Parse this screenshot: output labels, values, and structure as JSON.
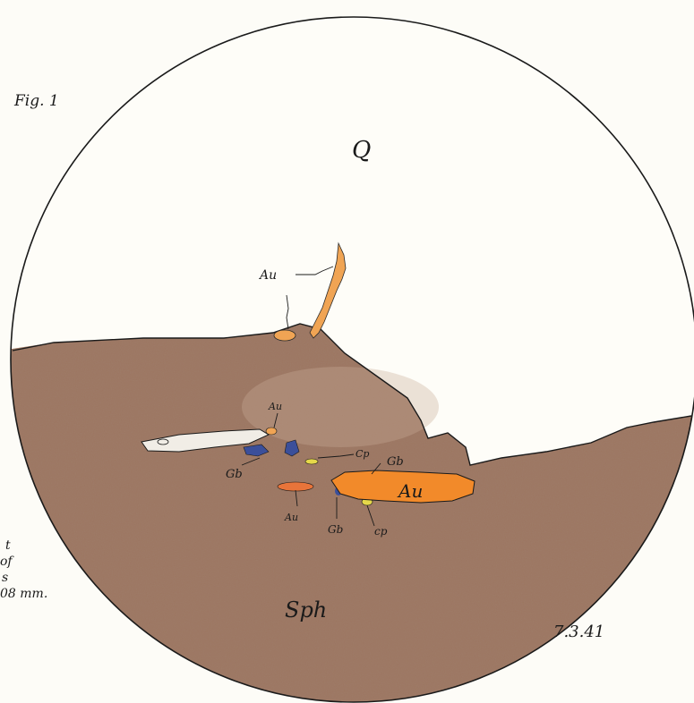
{
  "figure_label": "Fig. 1",
  "date": "7.3.41",
  "regions": {
    "upper": "Q",
    "lower": "Sph"
  },
  "labels": {
    "au_top": "Au",
    "au_small": "Au",
    "au_large": "Au",
    "au_lower": "Au",
    "gb_left": "Gb",
    "gb_center": "Gb",
    "gb_right": "Gb",
    "cp_center": "Cp",
    "cp_right": "cp"
  },
  "margin_note": [
    "t",
    "of",
    "s",
    "08 mm."
  ],
  "colors": {
    "paper": "#fdfcf7",
    "sphalerite": "#9c7560",
    "gold": "#f28a2a",
    "galena_bismuth": "#3b4f9a",
    "chalcopyrite": "#e6d84a",
    "quartz_inclusion": "#f1ede6"
  }
}
